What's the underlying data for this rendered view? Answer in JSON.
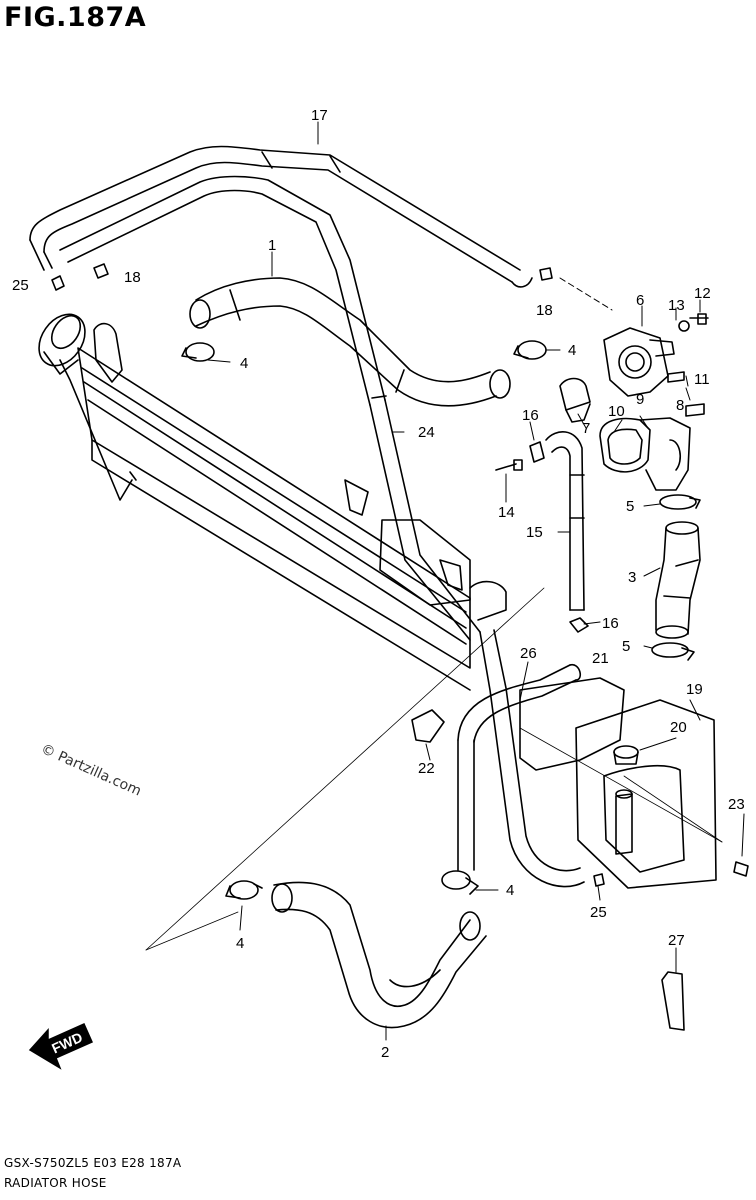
{
  "header": {
    "figure_title": "FIG.187A"
  },
  "footer": {
    "model_code": "GSX-S750ZL5  E03  E28  187A",
    "section_name": "RADIATOR HOSE"
  },
  "watermark": "© Partzilla.com",
  "fwd_label": "FWD",
  "callouts": [
    "17",
    "1",
    "18",
    "25",
    "4",
    "24",
    "18",
    "6",
    "13",
    "12",
    "4",
    "11",
    "8",
    "10",
    "9",
    "16",
    "7",
    "14",
    "15",
    "5",
    "3",
    "16",
    "5",
    "26",
    "21",
    "19",
    "20",
    "22",
    "23",
    "4",
    "4",
    "25",
    "2",
    "27"
  ],
  "icons": [
    "radiator-cap-icon",
    "fwd-arrow-icon"
  ]
}
